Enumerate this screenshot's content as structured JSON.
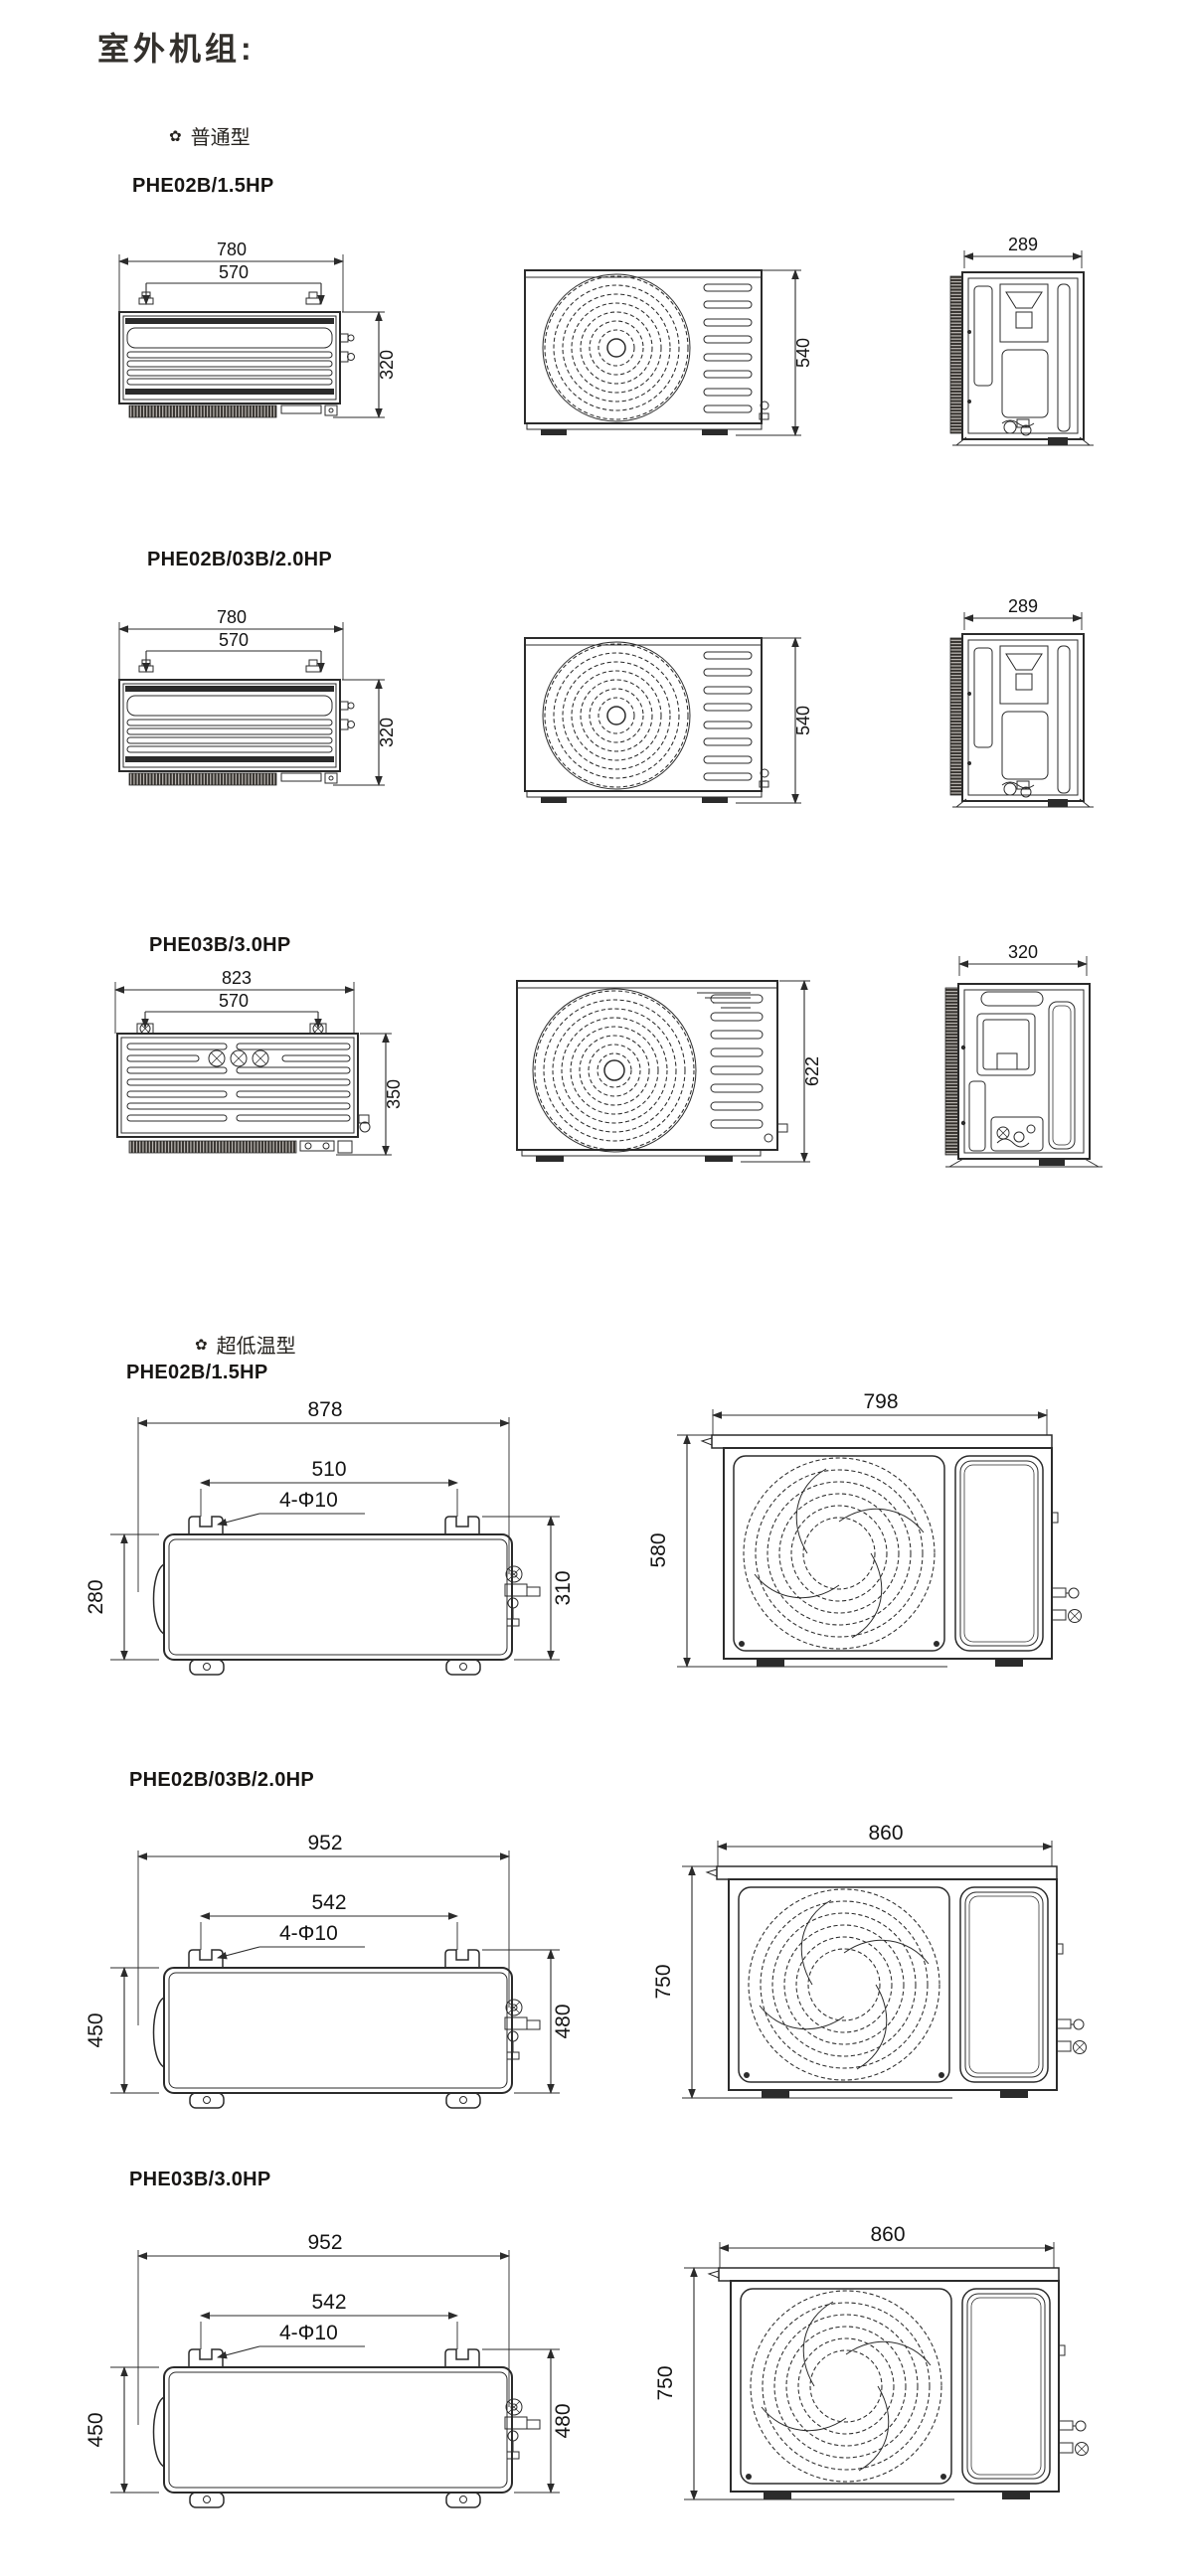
{
  "title": "室外机组:",
  "ink_color": "#2b2b2b",
  "sections": [
    {
      "bullet": "✿",
      "label": "普通型",
      "models": [
        {
          "name": "PHE02B/1.5HP",
          "dims": {
            "width_outer": "780",
            "width_inner": "570",
            "depth": "320",
            "height_front": "540",
            "width_side": "289"
          }
        },
        {
          "name": "PHE02B/03B/2.0HP",
          "dims": {
            "width_outer": "780",
            "width_inner": "570",
            "depth": "320",
            "height_front": "540",
            "width_side": "289"
          }
        },
        {
          "name": "PHE03B/3.0HP",
          "dims": {
            "width_outer": "823",
            "width_inner": "570",
            "depth": "350",
            "height_front": "622",
            "width_side": "320"
          }
        }
      ]
    },
    {
      "bullet": "✿",
      "label": "超低温型",
      "models": [
        {
          "name": "PHE02B/1.5HP",
          "dims": {
            "width_top": "878",
            "hole_span": "510",
            "hole_note": "4-Φ10",
            "height_left": "280",
            "height_right": "310",
            "front_width": "798",
            "front_height": "580"
          }
        },
        {
          "name": "PHE02B/03B/2.0HP",
          "dims": {
            "width_top": "952",
            "hole_span": "542",
            "hole_note": "4-Φ10",
            "height_left": "450",
            "height_right": "480",
            "front_width": "860",
            "front_height": "750"
          }
        },
        {
          "name": "PHE03B/3.0HP",
          "dims": {
            "width_top": "952",
            "hole_span": "542",
            "hole_note": "4-Φ10",
            "height_left": "450",
            "height_right": "480",
            "front_width": "860",
            "front_height": "750"
          }
        }
      ]
    }
  ]
}
